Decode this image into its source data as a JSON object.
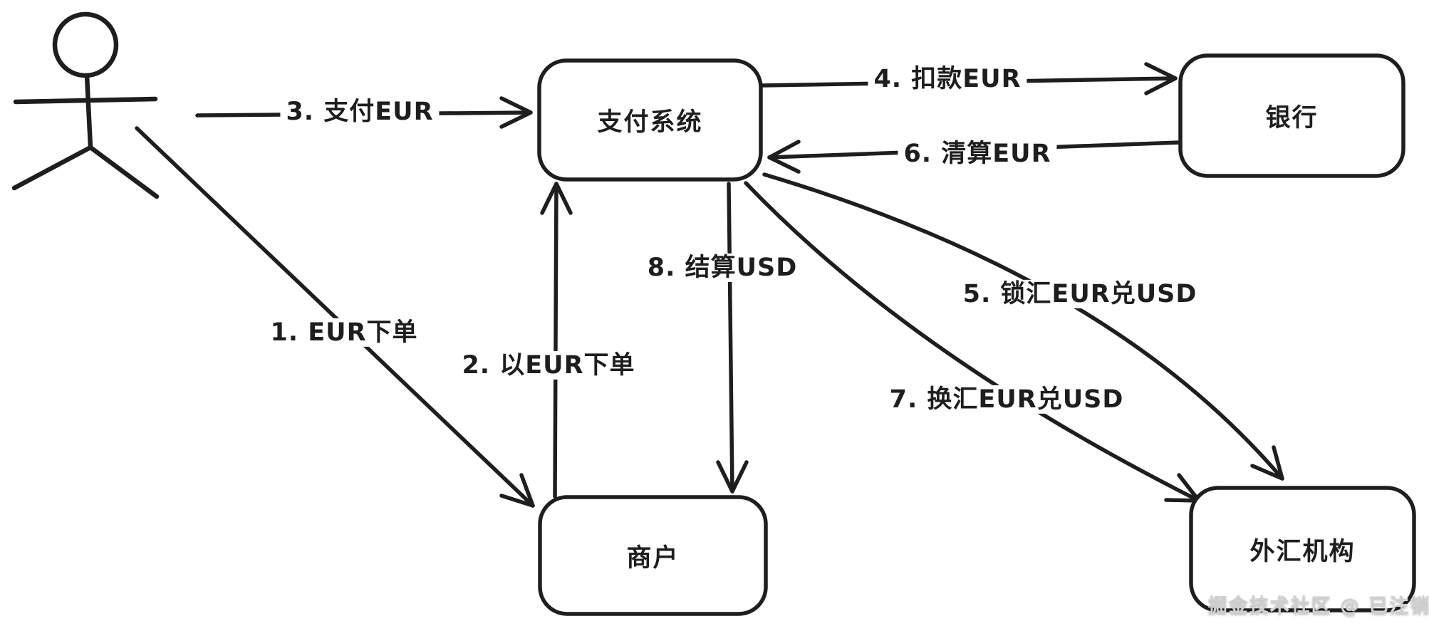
{
  "diagram": {
    "nodes": {
      "payment_system": "支付系统",
      "bank": "银行",
      "merchant": "商户",
      "fx_institution": "外汇机构"
    },
    "flows": {
      "f1": "1. EUR下单",
      "f2": "2. 以EUR下单",
      "f3": "3. 支付EUR",
      "f4": "4. 扣款EUR",
      "f5": "5. 锁汇EUR兑USD",
      "f6": "6. 清算EUR",
      "f7": "7. 换汇EUR兑USD",
      "f8": "8. 结算USD"
    },
    "icons": {
      "actor": "user-stick-figure-icon"
    }
  },
  "watermark": "掘金技术社区 @ 已注销",
  "colors": {
    "stroke": "#1e1e1e",
    "payment_system_fill": "#a9d9f2",
    "node_fill": "#ffffff",
    "watermark_text": "#cfcfcf"
  }
}
